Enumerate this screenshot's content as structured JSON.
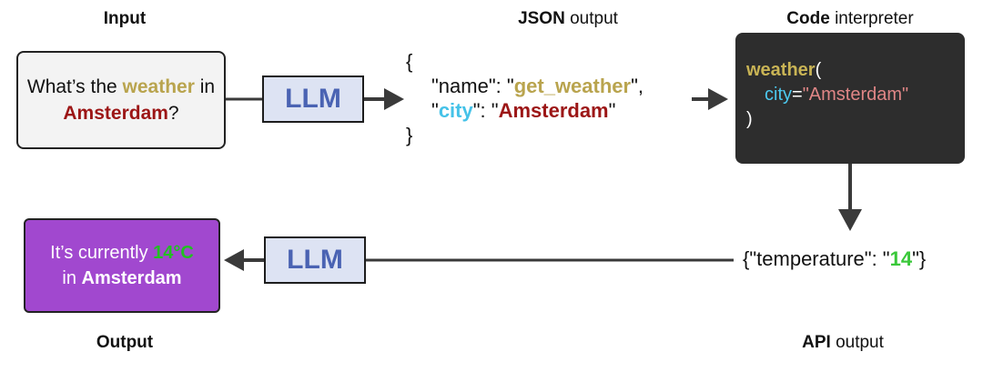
{
  "headings": {
    "input": "Input",
    "json_bold": "JSON",
    "json_rest": "output",
    "code_bold": "Code",
    "code_rest": "interpreter",
    "output": "Output",
    "api_bold": "API",
    "api_rest": "output"
  },
  "input_box": {
    "part1": "What’s the ",
    "keyword": "weather",
    "part2": " in",
    "city": "Amsterdam",
    "end": "?"
  },
  "llm_label_top": "LLM",
  "llm_label_bottom": "LLM",
  "json_output": {
    "open_brace": "{",
    "name_key": "\"name\"",
    "name_sep": ": \"",
    "name_value": "get_weather",
    "name_end": "\",",
    "city_open": "\"",
    "city_key": "city",
    "city_sep": "\": \"",
    "city_value": "Amsterdam",
    "city_end": "\"",
    "close_brace": "}"
  },
  "code": {
    "fn": "weather",
    "fn_open": "(",
    "arg": "city",
    "eq": "=",
    "value": "\"Amsterdam\"",
    "close": ")"
  },
  "api_output": {
    "prefix": "{\"temperature\": \"",
    "value": "14",
    "suffix": "\"}"
  },
  "output_box": {
    "part1": "It’s currently ",
    "temp": "14°C",
    "part2": "in ",
    "city": "Amsterdam"
  },
  "colors": {
    "keyword_gold": "#b9a44e",
    "city_red": "#9c1616",
    "llm_blue": "#4a63b3",
    "llm_fill": "#dde3f3",
    "cyan": "#45c2e8",
    "code_bg": "#2d2d2d",
    "output_purple": "#a148cf",
    "temp_green": "#22c022"
  }
}
